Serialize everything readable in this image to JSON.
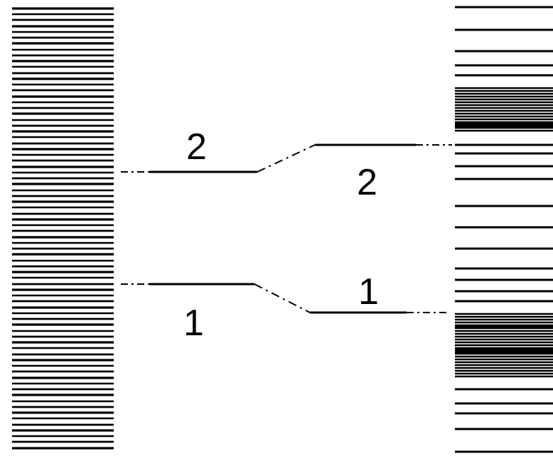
{
  "diagram": {
    "labels": {
      "left_upper": "2",
      "left_lower": "1",
      "right_upper": "2",
      "right_lower": "1"
    },
    "colors": {
      "ink": "#000000",
      "background": "#ffffff"
    }
  }
}
